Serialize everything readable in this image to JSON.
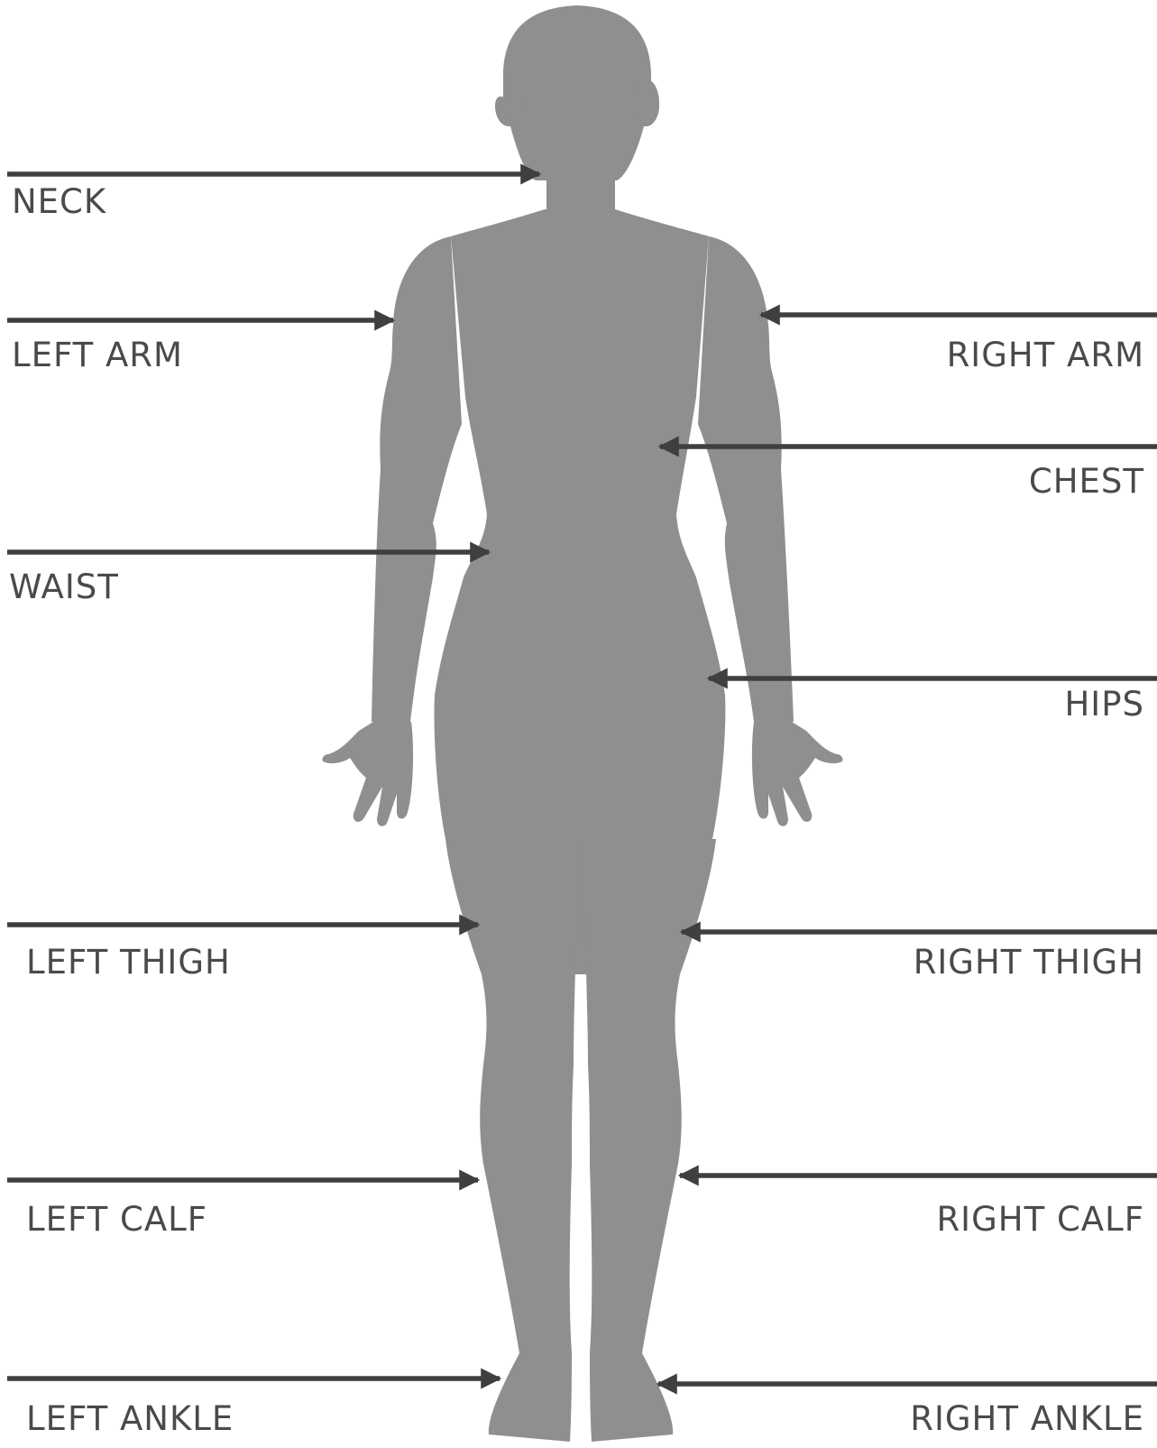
{
  "colors": {
    "silhouette": "#8f8f8f",
    "arrow": "#3f3f3f",
    "text": "#4a4a4a",
    "background": "#ffffff"
  },
  "labels": {
    "neck": "NECK",
    "left_arm": "LEFT ARM",
    "right_arm": "RIGHT ARM",
    "chest": "CHEST",
    "waist": "WAIST",
    "hips": "HIPS",
    "left_thigh": "LEFT THIGH",
    "right_thigh": "RIGHT THIGH",
    "left_calf": "LEFT CALF",
    "right_calf": "RIGHT CALF",
    "left_ankle": "LEFT ANKLE",
    "right_ankle": "RIGHT ANKLE"
  }
}
